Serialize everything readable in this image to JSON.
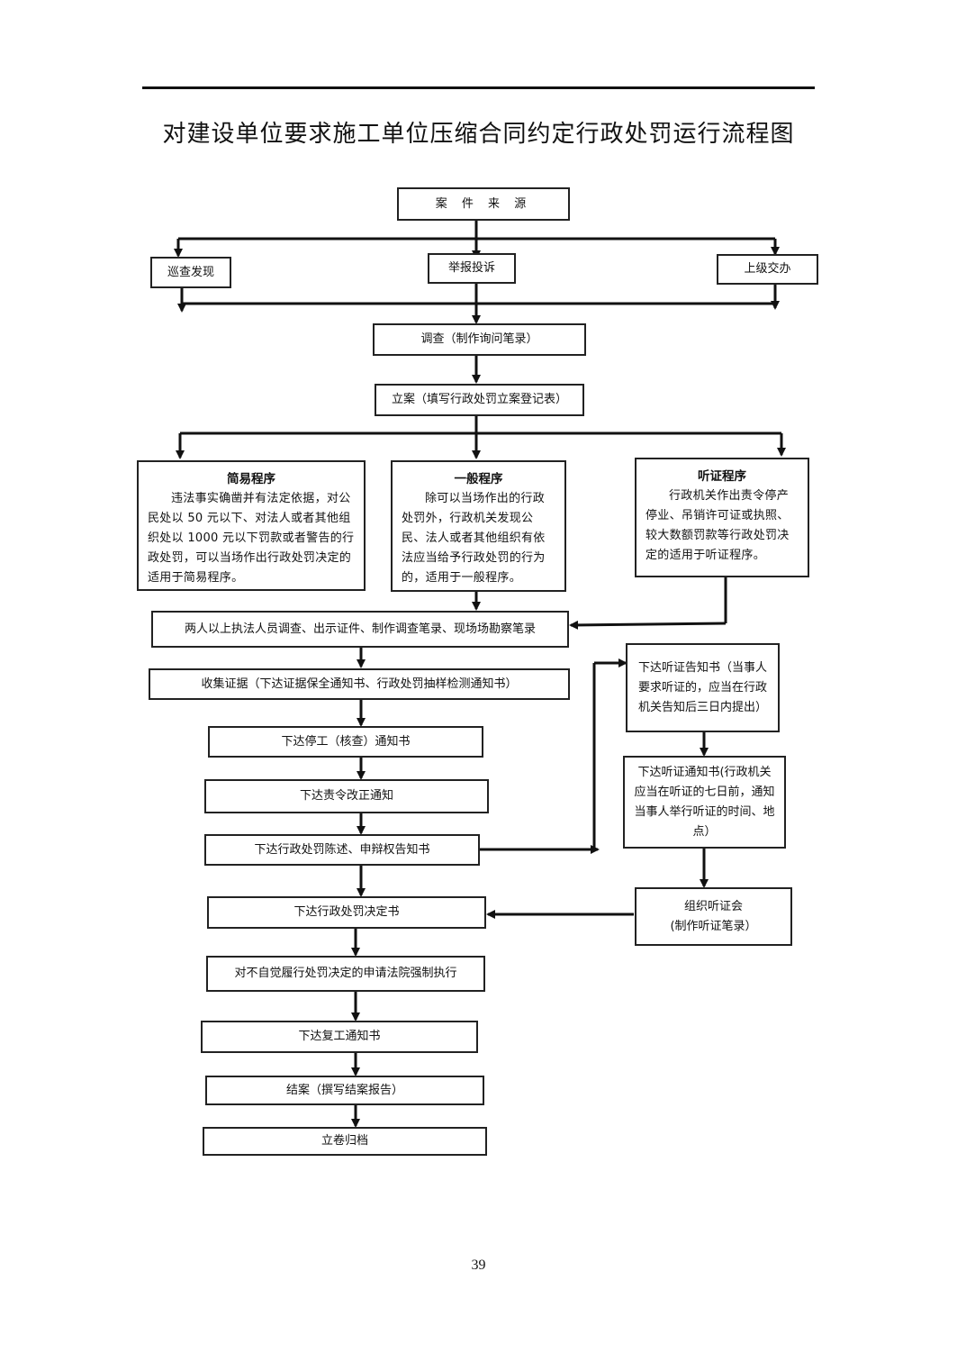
{
  "title": "对建设单位要求施工单位压缩合同约定行政处罚运行流程图",
  "page_number": "39",
  "nodes": {
    "source": "案 件 来 源",
    "patrol": "巡查发现",
    "report": "举报投诉",
    "superior": "上级交办",
    "investigate": "调查（制作询问笔录）",
    "register": "立案（填写行政处罚立案登记表）",
    "simple": {
      "heading": "简易程序",
      "body": "违法事实确凿并有法定依据，对公民处以 50 元以下、对法人或者其他组织处以 1000 元以下罚款或者警告的行政处罚，可以当场作出行政处罚决定的适用于简易程序。"
    },
    "general": {
      "heading": "一般程序",
      "body": "除可以当场作出的行政处罚外，行政机关发现公民、法人或者其他组织有依法应当给予行政处罚的行为的，适用于一般程序。"
    },
    "hearing": {
      "heading": "听证程序",
      "body": "行政机关作出责令停产停业、吊销许可证或执照、较大数额罚款等行政处罚决定的适用于听证程序。"
    },
    "two_officers": "两人以上执法人员调查、出示证件、制作调查笔录、现场场勘察笔录",
    "collect": "收集证据（下达证据保全通知书、行政处罚抽样检测通知书）",
    "stop_work": "下达停工（核查）通知书",
    "rectify": "下达责令改正通知",
    "statement": "下达行政处罚陈述、申辩权告知书",
    "hearing_notice_right": "下达听证告知书（当事人要求听证的，应当在行政机关告知后三日内提出）",
    "hearing_notice": "下达听证通知书(行政机关应当在听证的七日前，通知当事人举行听证的时间、地点）",
    "hold_hearing_1": "组织听证会",
    "hold_hearing_2": "(制作听证笔录）",
    "decision": "下达行政处罚决定书",
    "court": "对不自觉履行处罚决定的申请法院强制执行",
    "resume": "下达复工通知书",
    "close": "结案（撰写结案报告）",
    "archive": "立卷归档"
  }
}
